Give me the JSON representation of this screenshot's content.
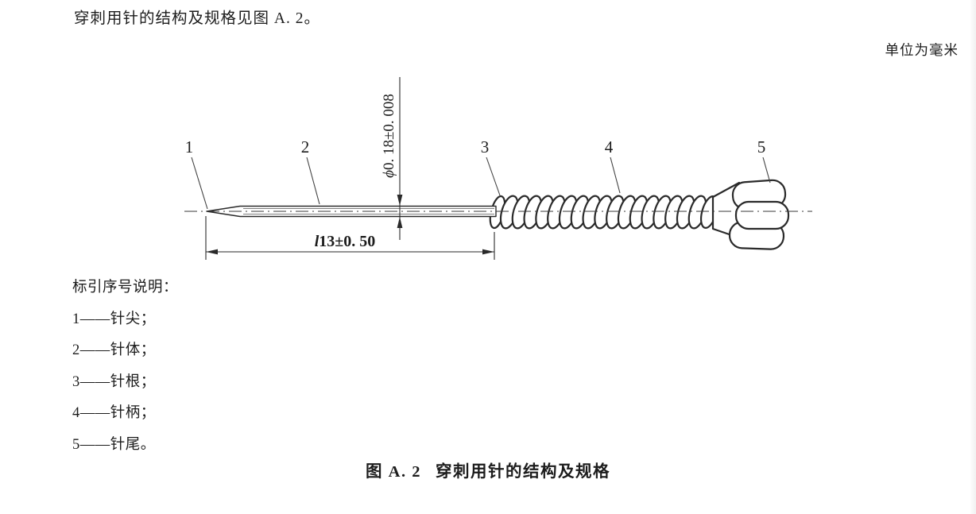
{
  "page": {
    "intro_text": "穿刺用针的结构及规格见图 A. 2。",
    "unit_note": "单位为毫米",
    "caption": {
      "label": "图 A. 2",
      "title": "穿刺用针的结构及规格"
    }
  },
  "figure": {
    "part_labels": [
      "1",
      "2",
      "3",
      "4",
      "5"
    ],
    "dimensions": {
      "diameter": {
        "symbol": "ϕ",
        "value": "0. 18±0. 008"
      },
      "length": {
        "symbol": "l",
        "value": "13±0. 50"
      }
    }
  },
  "legend": {
    "heading": "标引序号说明：",
    "items": [
      "1——针尖；",
      "2——针体；",
      "3——针根；",
      "4——针柄；",
      "5——针尾。"
    ]
  },
  "colors": {
    "line": "#2a2a2a",
    "text": "#1c1c1c",
    "background": "#ffffff"
  }
}
